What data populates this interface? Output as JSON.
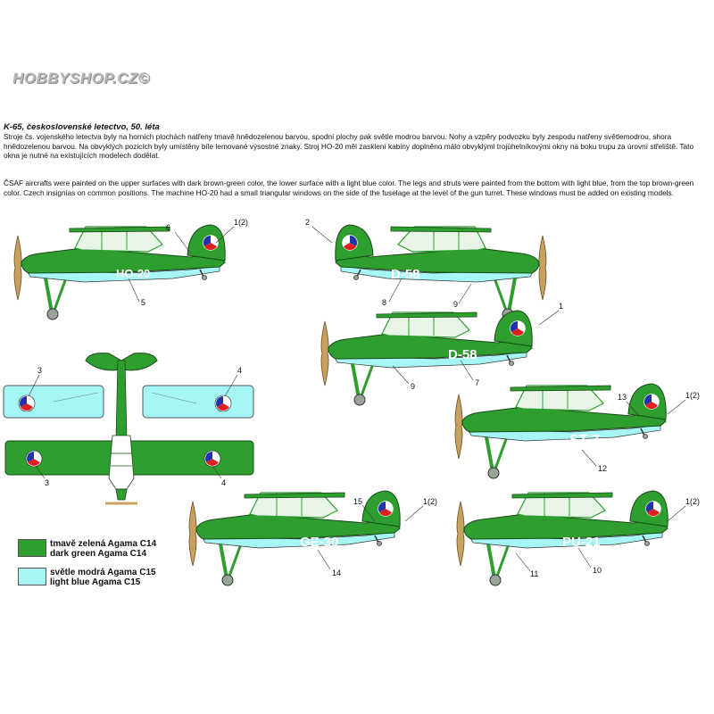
{
  "watermark": "HOBBYSHOP.CZ©",
  "title": "K-65, československé letectvo, 50. léta",
  "text_cz": "Stroje čs. vojenského letectva byly na horních plochách natřeny tmavě hnědozelenou barvou, spodní plochy pak světle modrou barvou. Nohy a vzpěry podvozku byly zespodu natřeny světlemodrou, shora hnědozelenou barvou. Na obvyklých pozicích byly umístěny bíle lemované výsostné znaky. Stroj HO-20 měl zasklení kabiny doplněno málo obvyklými trojúhelníkovými okny na boku trupu za úrovní střeliště. Tato okna je nutné na existujících modelech dodělat.",
  "text_en": "ČSAF aircrafts were painted on the upper surfaces with dark brown-green color, the lower surface with a light blue color. The legs and struts were painted from the bottom with light blue, from the top brown-green color. Czech insignias on common positions. The machine HO-20 had a small triangular windows on the side of the fuselage at the level of the gun turret. These windows must be added on existing models.",
  "colors": {
    "dark_green": "#2e9e2e",
    "light_blue": "#a6f6f6",
    "roundel_red": "#e02020",
    "roundel_blue": "#2233aa",
    "propeller": "#c8a060"
  },
  "aircraft": [
    {
      "registration": "HO-20",
      "callouts": [
        "6",
        "1(2)",
        "5"
      ]
    },
    {
      "registration": "D-58",
      "callouts": [
        "2",
        "8",
        "9"
      ]
    },
    {
      "registration": "D-58",
      "callouts": [
        "1",
        "9",
        "7"
      ]
    },
    {
      "registration": "ST-7",
      "callouts": [
        "13",
        "1(2)",
        "12"
      ]
    },
    {
      "registration": "GE-30",
      "callouts": [
        "15",
        "1(2)",
        "14"
      ]
    },
    {
      "registration": "PU-21",
      "callouts": [
        "1(2)",
        "11",
        "10"
      ]
    }
  ],
  "planform_callouts": [
    "3",
    "4",
    "3",
    "4"
  ],
  "legend": [
    {
      "line1": "tmavě zelená Agama C14",
      "line2": "dark green Agama C14",
      "color": "#2e9e2e"
    },
    {
      "line1": "světle modrá Agama C15",
      "line2": "light blue Agama C15",
      "color": "#a6f6f6"
    }
  ]
}
